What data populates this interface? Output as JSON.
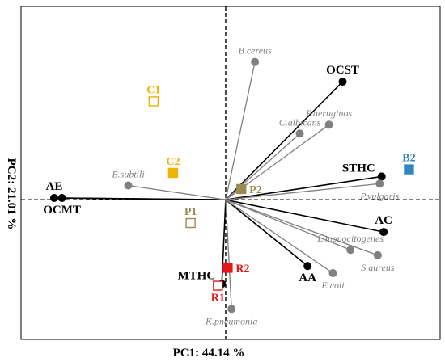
{
  "chart_data": {
    "type": "scatter",
    "subtype": "pca-biplot",
    "xlabel": "PC1: 44.14 %",
    "ylabel": "PC2: 21.01 %",
    "xlim": [
      -1.05,
      1.1
    ],
    "ylim": [
      -0.78,
      1.08
    ],
    "grid": false,
    "legend": "none",
    "colors": {
      "antioxidant": "#000000",
      "microbe": "#808080",
      "C": "#f0b400",
      "P": "#9a8a50",
      "R": "#e51616",
      "B": "#2f86c0"
    },
    "series": [
      {
        "group": "antioxidant",
        "marker": "circle",
        "color": "#000000",
        "vector": true,
        "points": [
          {
            "label": "OCST",
            "x": 0.6,
            "y": 0.66,
            "label_pos": "above"
          },
          {
            "label": "STHC",
            "x": 0.8,
            "y": 0.13,
            "label_pos": "left-above"
          },
          {
            "label": "AC",
            "x": 0.81,
            "y": -0.18,
            "label_pos": "above"
          },
          {
            "label": "AA",
            "x": 0.42,
            "y": -0.37,
            "label_pos": "below"
          },
          {
            "label": "MTHC",
            "x": -0.02,
            "y": -0.47,
            "label_pos": "left-above"
          },
          {
            "label": "AE",
            "x": -0.88,
            "y": 0.01,
            "label_pos": "above"
          },
          {
            "label": "OCMT",
            "x": -0.84,
            "y": 0.01,
            "label_pos": "below"
          }
        ]
      },
      {
        "group": "microbe",
        "marker": "circle",
        "color": "#808080",
        "vector": true,
        "points": [
          {
            "label": "B.cereus",
            "x": 0.15,
            "y": 0.77,
            "label_pos": "above"
          },
          {
            "label": "P.aeruginos",
            "x": 0.53,
            "y": 0.42,
            "label_pos": "above"
          },
          {
            "label": "C.albicans",
            "x": 0.38,
            "y": 0.37,
            "label_pos": "above"
          },
          {
            "label": "P.vulgaris",
            "x": 0.79,
            "y": 0.09,
            "label_pos": "below"
          },
          {
            "label": "B.subtili",
            "x": -0.5,
            "y": 0.08,
            "label_pos": "above"
          },
          {
            "label": "L.monocitogenes",
            "x": 0.64,
            "y": -0.28,
            "label_pos": "above"
          },
          {
            "label": "S.aureus",
            "x": 0.78,
            "y": -0.31,
            "label_pos": "below"
          },
          {
            "label": "E.coli",
            "x": 0.55,
            "y": -0.41,
            "label_pos": "below"
          },
          {
            "label": "K.pneumonia",
            "x": 0.03,
            "y": -0.61,
            "label_pos": "below"
          }
        ]
      },
      {
        "group": "samples",
        "marker": "square",
        "vector": false,
        "points": [
          {
            "label": "C1",
            "x": -0.37,
            "y": 0.55,
            "color": "#f0b400",
            "filled": false,
            "label_pos": "above"
          },
          {
            "label": "C2",
            "x": -0.27,
            "y": 0.15,
            "color": "#f0b400",
            "filled": true,
            "label_pos": "above"
          },
          {
            "label": "P1",
            "x": -0.18,
            "y": -0.13,
            "color": "#9a8a50",
            "filled": false,
            "label_pos": "above"
          },
          {
            "label": "P2",
            "x": 0.08,
            "y": 0.06,
            "color": "#9a8a50",
            "filled": true,
            "label_pos": "right"
          },
          {
            "label": "R1",
            "x": -0.04,
            "y": -0.48,
            "color": "#e51616",
            "filled": false,
            "label_pos": "below"
          },
          {
            "label": "R2",
            "x": 0.01,
            "y": -0.38,
            "color": "#e51616",
            "filled": true,
            "label_pos": "right"
          },
          {
            "label": "B2",
            "x": 0.94,
            "y": 0.17,
            "color": "#2f86c0",
            "filled": true,
            "label_pos": "above"
          }
        ]
      }
    ]
  }
}
